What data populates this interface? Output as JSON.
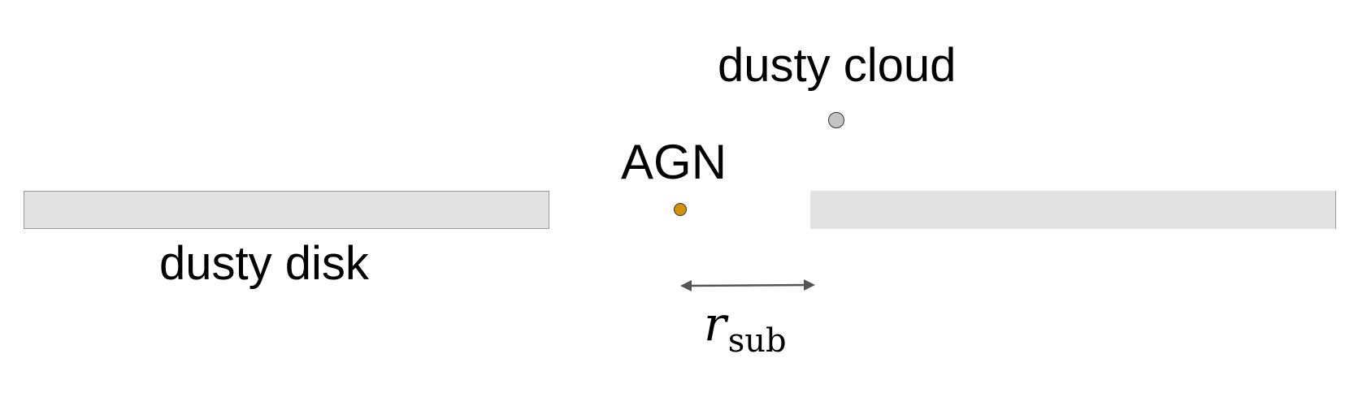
{
  "labels": {
    "dusty_cloud": "dusty cloud",
    "agn": "AGN",
    "dusty_disk": "dusty disk"
  },
  "annotation": {
    "symbol": "r",
    "subscript": "sub"
  },
  "colors": {
    "agn_dot": "#d4920a",
    "cloud_dot": "#c4c4c4",
    "disk_fill": "#e2e2e2",
    "arrow": "#555555"
  }
}
